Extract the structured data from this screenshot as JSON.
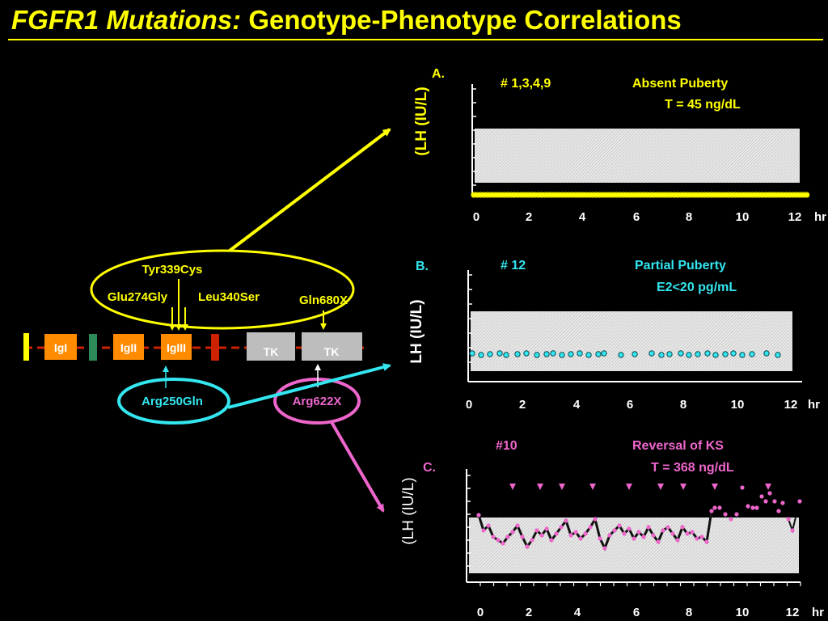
{
  "title": {
    "italic": "FGFR1 Mutations:",
    "rest": " Genotype-Phenotype Correlations"
  },
  "colors": {
    "background": "#000000",
    "title": "#ffff00",
    "yellow": "#ffff00",
    "cyan": "#33e6f0",
    "pink": "#ee66cc",
    "domain_orange": "#ff8c00",
    "tk_gray": "#bdbdbd",
    "signal_green": "#2e8b57",
    "tm_red": "#cc2200",
    "plot_fill": "#e6e6e6"
  },
  "gene_diagram": {
    "domains": [
      "IgI",
      "IgII",
      "IgIII",
      "TK",
      "TK"
    ],
    "mutations": {
      "yellow": [
        "Tyr339Cys",
        "Glu274Gly",
        "Leu340Ser",
        "Gln680X"
      ],
      "cyan": [
        "Arg250Gln"
      ],
      "pink": [
        "Arg622X"
      ]
    }
  },
  "panels": [
    {
      "label": "A.",
      "ylabel": "(LH (IU/L)",
      "patients": "# 1,3,4,9",
      "phenotype": "Absent Puberty",
      "hormone": "T = 45 ng/dL",
      "xticks": [
        "0",
        "2",
        "4",
        "6",
        "8",
        "10",
        "12"
      ],
      "xunit": "hr"
    },
    {
      "label": "B.",
      "ylabel": "LH (IU/L)",
      "patients": "# 12",
      "phenotype": "Partial Puberty",
      "hormone": "E2<20 pg/mL",
      "xticks": [
        "0",
        "2",
        "4",
        "6",
        "8",
        "10",
        "12"
      ],
      "xunit": "hr"
    },
    {
      "label": "C.",
      "ylabel": "(LH (IU/L)",
      "patients": "#10",
      "phenotype": "Reversal of KS",
      "hormone": "T = 368 ng/dL",
      "xticks": [
        "0",
        "2",
        "4",
        "6",
        "8",
        "10",
        "12"
      ],
      "xunit": "hr"
    }
  ]
}
